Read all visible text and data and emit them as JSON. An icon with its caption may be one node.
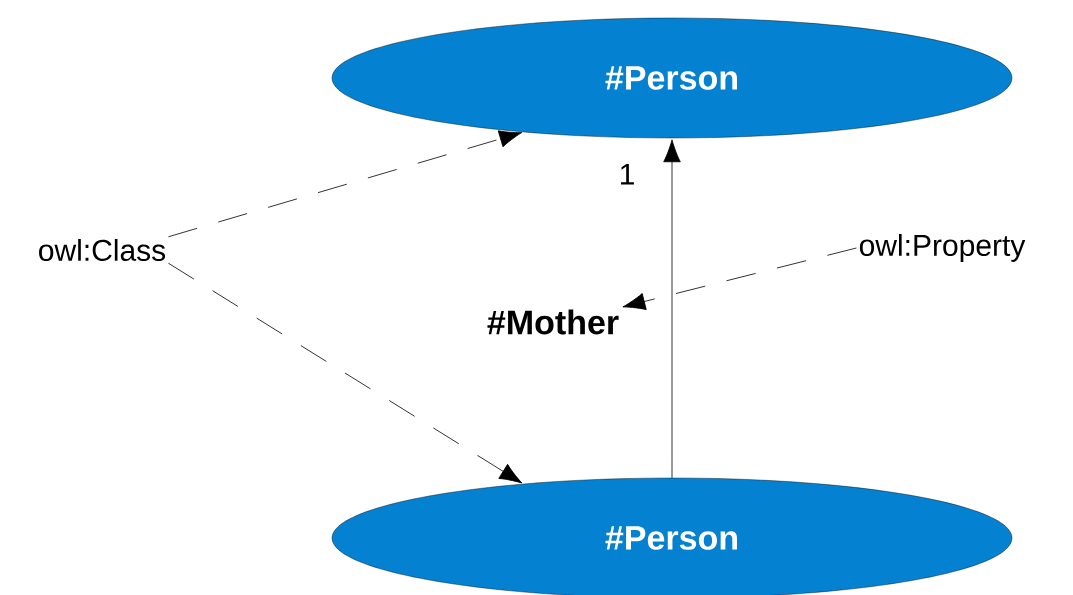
{
  "diagram": {
    "nodes": [
      {
        "text": [
          "#Person"
        ]
      },
      {
        "text": [
          "#Person"
        ]
      },
      {
        "text": [
          "owl:Class"
        ]
      },
      {
        "text": [
          "owl:Property"
        ]
      },
      {
        "text": [
          "#Mother"
        ]
      }
    ],
    "edges": [
      {
        "from": 1,
        "to": 0,
        "arrow": "to",
        "label": "1"
      },
      {
        "from": 2,
        "to": 0,
        "arrow": "to",
        "style": "dashed"
      },
      {
        "from": 2,
        "to": 1,
        "arrow": "to",
        "style": "dashed"
      },
      {
        "from": 3,
        "to": 4,
        "arrow": "to",
        "style": "dashed"
      }
    ]
  }
}
